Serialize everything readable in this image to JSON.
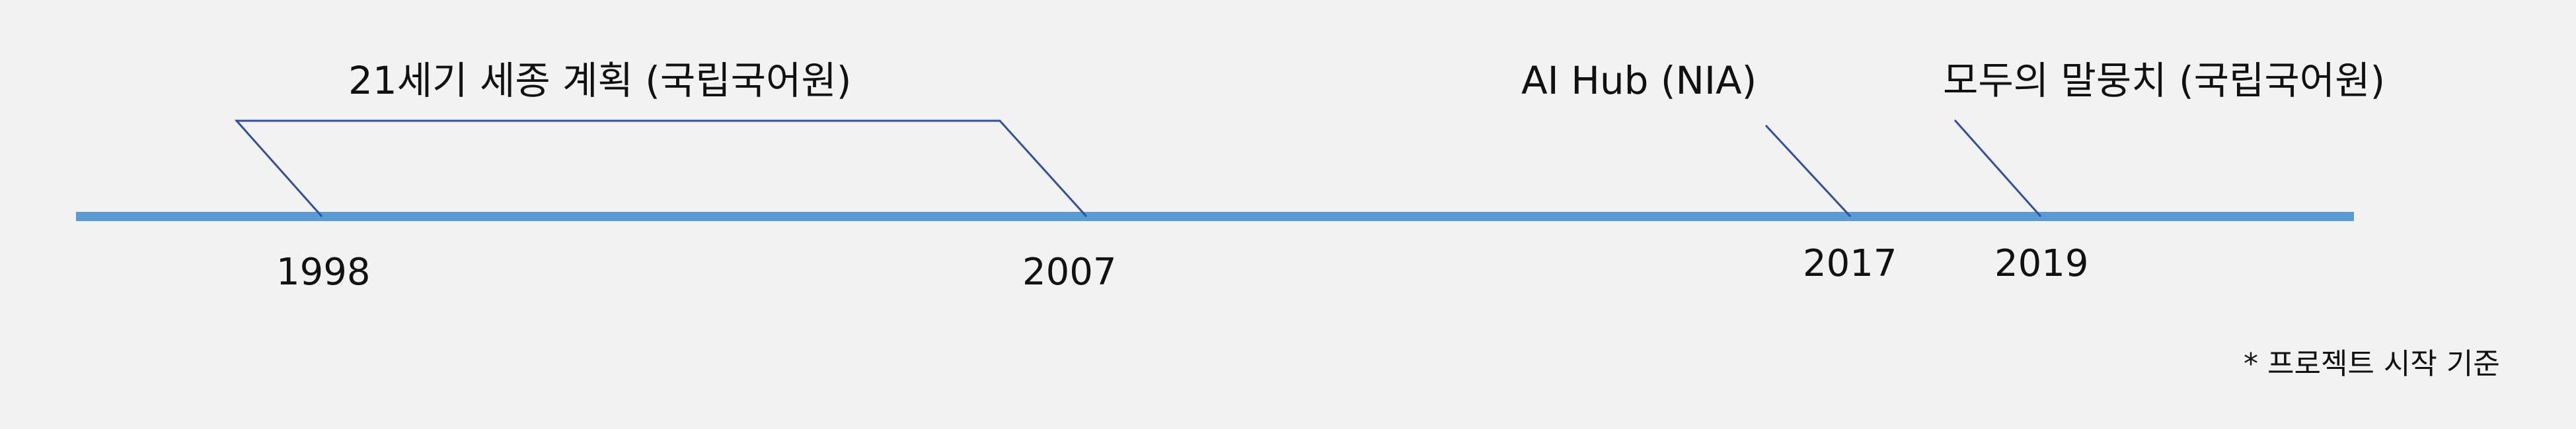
{
  "colors": {
    "background": "#f2f2f2",
    "axis": "#5b9bd5",
    "connector": "#2f4f9f",
    "text": "#111111"
  },
  "projects": [
    {
      "label": "21세기 세종 계획 (국립국어원)",
      "start_year": "1998",
      "end_year": "2007"
    },
    {
      "label": "AI Hub (NIA)",
      "start_year": "2017"
    },
    {
      "label": "모두의 말뭉치 (국립국어원)",
      "start_year": "2019"
    }
  ],
  "years": [
    "1998",
    "2007",
    "2017",
    "2019"
  ],
  "footnote": "* 프로젝트 시작 기준"
}
